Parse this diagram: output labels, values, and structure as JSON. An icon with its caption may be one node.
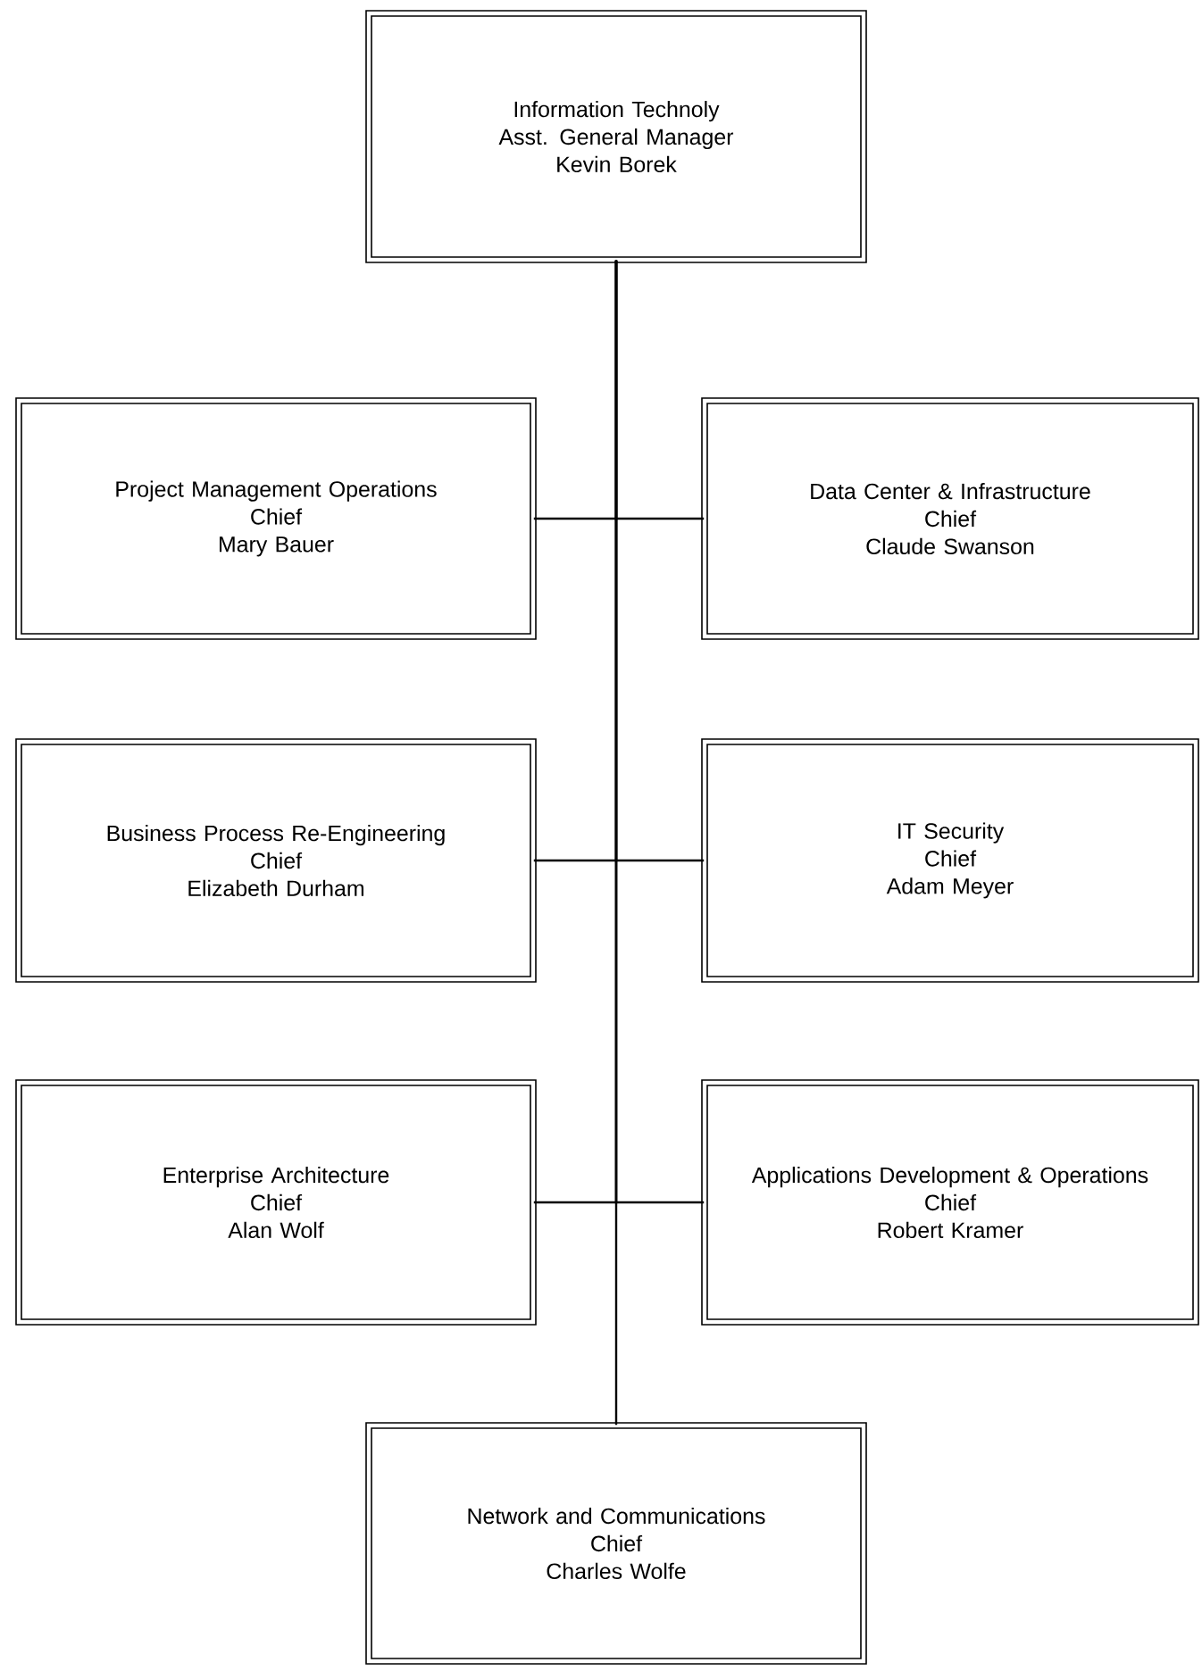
{
  "diagram": {
    "nodes": [
      {
        "text": [
          "Information Technoly",
          "Asst. General Manager",
          "Kevin Borek"
        ]
      },
      {
        "text": [
          "Project Management Operations",
          "Chief",
          "Mary Bauer"
        ]
      },
      {
        "text": [
          "Data Center & Infrastructure",
          "Chief",
          "Claude Swanson"
        ]
      },
      {
        "text": [
          "Business Process Re-Engineering",
          "Chief",
          "Elizabeth Durham"
        ]
      },
      {
        "text": [
          "IT Security",
          "Chief",
          "Adam Meyer"
        ]
      },
      {
        "text": [
          "Enterprise Architecture",
          "Chief",
          "Alan Wolf"
        ]
      },
      {
        "text": [
          "Applications Development & Operations",
          "Chief",
          "Robert Kramer"
        ]
      },
      {
        "text": [
          "Network and Communications",
          "Chief",
          "Charles Wolfe"
        ]
      }
    ],
    "edges": [
      {
        "from": 0,
        "to": 1,
        "arrow": "none"
      },
      {
        "from": 0,
        "to": 2,
        "arrow": "none"
      },
      {
        "from": 0,
        "to": 3,
        "arrow": "none"
      },
      {
        "from": 0,
        "to": 4,
        "arrow": "none"
      },
      {
        "from": 0,
        "to": 5,
        "arrow": "none"
      },
      {
        "from": 0,
        "to": 6,
        "arrow": "none"
      },
      {
        "from": 0,
        "to": 7,
        "arrow": "none"
      }
    ]
  }
}
